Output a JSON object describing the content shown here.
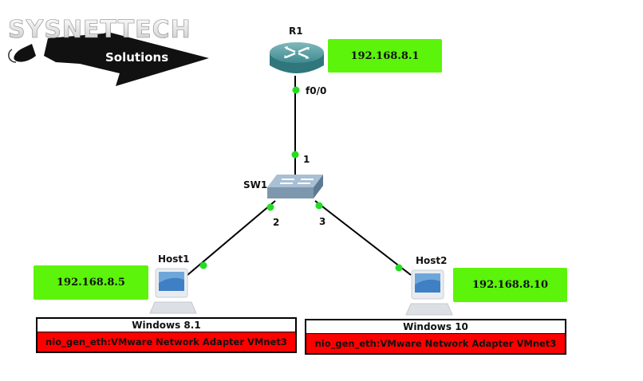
{
  "logo": {
    "title": "SYSNETTECH",
    "subtitle": "Solutions"
  },
  "topology": {
    "nodes": [
      {
        "id": "R1",
        "label": "R1",
        "type": "router-icon",
        "ip": "192.168.8.1"
      },
      {
        "id": "SW1",
        "label": "SW1",
        "type": "switch-icon"
      },
      {
        "id": "Host1",
        "label": "Host1",
        "type": "host-icon",
        "ip": "192.168.8.5",
        "os": "Windows 8.1",
        "adapter": "nio_gen_eth:VMware Network Adapter VMnet3"
      },
      {
        "id": "Host2",
        "label": "Host2",
        "type": "host-icon",
        "ip": "192.168.8.10",
        "os": "Windows 10",
        "adapter": "nio_gen_eth:VMware Network Adapter VMnet3"
      }
    ],
    "links": [
      {
        "from": "R1",
        "from_port": "f0/0",
        "to": "SW1",
        "to_port": "1"
      },
      {
        "from": "SW1",
        "from_port": "2",
        "to": "Host1",
        "to_port": ""
      },
      {
        "from": "SW1",
        "from_port": "3",
        "to": "Host2",
        "to_port": ""
      }
    ],
    "port_labels": {
      "r1_f0": "f0/0",
      "sw1_p1": "1",
      "sw1_p2": "2",
      "sw1_p3": "3"
    }
  },
  "colors": {
    "ip_box": "#5cf40a",
    "adapter_box": "#ff0000",
    "link_up": "#22dd22",
    "link_line": "#000000"
  }
}
